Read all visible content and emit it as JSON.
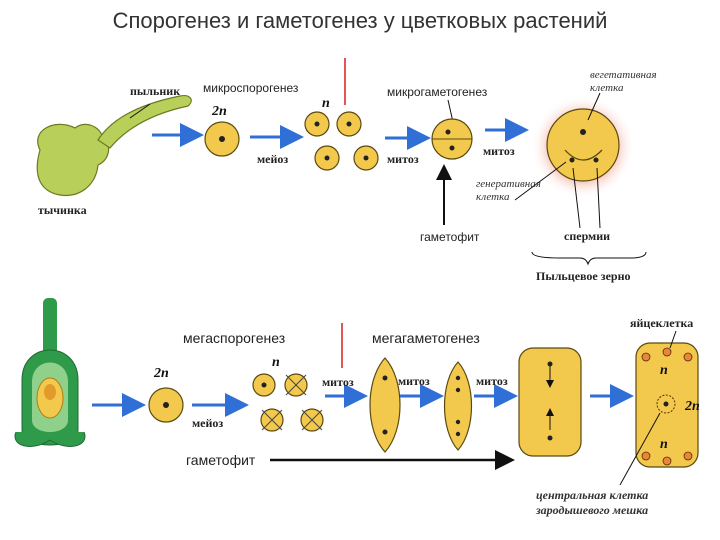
{
  "title": "Спорогенез и гаметогенез у цветковых растений",
  "colors": {
    "cell_fill": "#f2c94c",
    "plant_green": "#b8d05a",
    "ovule_green": "#2e9a4a",
    "arrow_blue": "#2f6fd6",
    "red_line": "#d62b2b"
  },
  "micro": {
    "anther": "пыльник",
    "stamen": "тычинка",
    "microsporogenesis": "микроспорогенез",
    "ploidy_2n": "2n",
    "ploidy_n": "n",
    "meiosis": "мейоз",
    "microgametogenesis": "микрогаметогенез",
    "mitosis1": "митоз",
    "mitosis2": "митоз",
    "vegetative_cell_line1": "вегетативная",
    "vegetative_cell_line2": "клетка",
    "generative_cell_line1": "генеративная",
    "generative_cell_line2": "клетка",
    "gametophyte": "гаметофит",
    "sperms": "спермии",
    "pollen_grain": "Пыльцевое зерно"
  },
  "mega": {
    "megasporogenesis": "мегаспорогенез",
    "megagametogenesis": "мегагаметогенез",
    "ploidy_2n": "2n",
    "ploidy_n": "n",
    "meiosis": "мейоз",
    "mitosis1": "митоз",
    "mitosis2": "митоз",
    "mitosis3": "митоз",
    "egg_cell": "яйцеклетка",
    "ploidy_n_top": "n",
    "ploidy_2n_center": "2n",
    "ploidy_n_bottom": "n",
    "gametophyte": "гаметофит",
    "central_cell_line1": "центральная клетка",
    "central_cell_line2": "зародышевого мешка"
  }
}
